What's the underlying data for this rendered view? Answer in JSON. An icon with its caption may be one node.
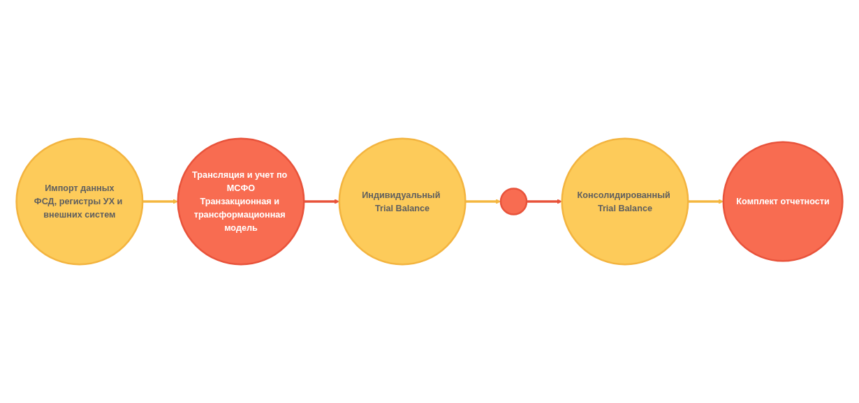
{
  "diagram": {
    "nodes": [
      {
        "text": [
          "Импорт данных",
          "ФСД, регистры УХ и внешних систем"
        ]
      },
      {
        "text": [
          "Трансляция и учет по МСФО",
          "Транзакционная и трансформационная модель"
        ]
      },
      {
        "text": [
          "Индивидуальный Trial Balance"
        ]
      },
      {
        "text": [],
        "shape": "circle"
      },
      {
        "text": [
          "Консолидированный Trial Balance"
        ]
      },
      {
        "text": [
          "Комплект отчетности"
        ]
      }
    ],
    "edges": [
      {
        "from": 0,
        "to": 1,
        "arrow": "to"
      },
      {
        "from": 1,
        "to": 2,
        "arrow": "to",
        "color": "#e8533b"
      },
      {
        "from": 2,
        "to": 3,
        "arrow": "to"
      },
      {
        "from": 3,
        "to": 4,
        "arrow": "to",
        "color": "#e8533b"
      },
      {
        "from": 4,
        "to": 5,
        "arrow": "to"
      }
    ]
  }
}
